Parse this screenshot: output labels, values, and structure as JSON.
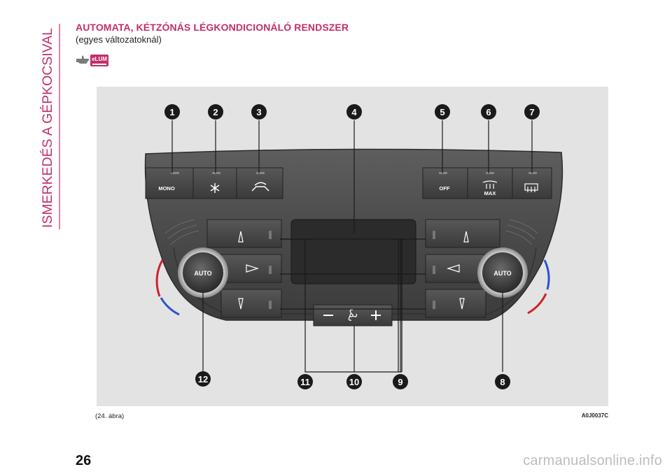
{
  "side_tab": {
    "text": "ISMERKEDÉS A GÉPKOCSIVAL"
  },
  "section": {
    "title": "AUTOMATA, KÉTZÓNÁS LÉGKONDICIONÁLÓ RENDSZER",
    "subtitle": "(egyes változatoknál)",
    "badge_text": "eLUM"
  },
  "panel": {
    "buttons": {
      "mono": "MONO",
      "off": "OFF",
      "max": "MAX"
    },
    "knob_left": "AUTO",
    "knob_right": "AUTO"
  },
  "callouts": [
    "1",
    "2",
    "3",
    "4",
    "5",
    "6",
    "7",
    "8",
    "9",
    "10",
    "11",
    "12"
  ],
  "figure": {
    "caption": "(24. ábra)",
    "code": "A0J0037C"
  },
  "page_number": "26",
  "watermark": "carmanualsonline.info",
  "colors": {
    "accent": "#c12f6b",
    "hot": "#d0222a",
    "cold": "#2f4fd1"
  }
}
